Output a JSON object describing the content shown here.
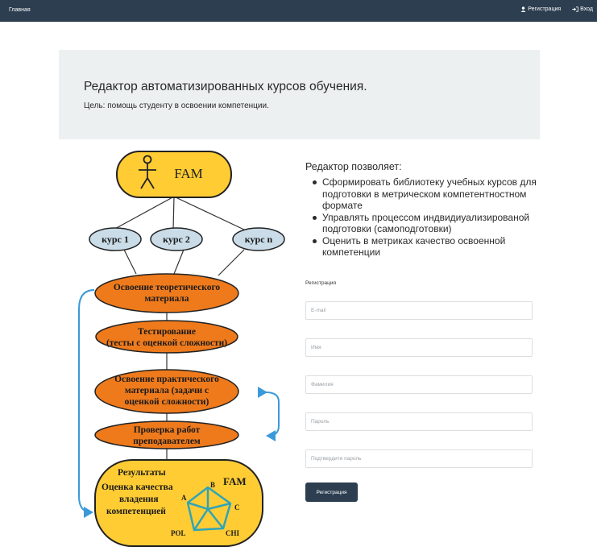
{
  "nav": {
    "brand": "Главная",
    "register": "Регистрация",
    "login": "Вход"
  },
  "hero": {
    "title": "Редактор автоматизированных курсов обучения.",
    "subtitle": "Цель: помощь студенту в освоении компетенции."
  },
  "diagram": {
    "actor": "FAM",
    "courses": [
      "курс 1",
      "курс 2",
      "курс n"
    ],
    "steps": [
      [
        "Освоение теоретического",
        "материала"
      ],
      [
        "Тестирование",
        "(тесты с оценкой сложности)"
      ],
      [
        "Освоение практического",
        "материала (задачи с",
        "оценкой сложности)"
      ],
      [
        "Проверка работ",
        "преподавателем"
      ]
    ],
    "results_lines": [
      "Результаты",
      "Оценка качества",
      "владения",
      "компетенцией"
    ],
    "results_tag": "FAM",
    "radar_labels": [
      "A",
      "B",
      "C",
      "CHI",
      "POL"
    ],
    "colors": {
      "actor_fill": "#ffcc33",
      "course_fill": "#c9dce8",
      "step_fill": "#ee7a1c",
      "result_fill": "#ffcc33",
      "loop_arrow": "#3a9ad9",
      "radar": "#2fa4b8"
    }
  },
  "features": {
    "title": "Редактор позволяет:",
    "items": [
      "Сформировать библиотеку учебных курсов для подготовки в метрическом компетентностном формате",
      "Управлять процессом индвидиуализированой подготовки (самоподготовки)",
      "Оценить в метриках качество освоенной компетенции"
    ]
  },
  "form": {
    "label": "Регистрация",
    "email_placeholder": "E-mail",
    "name_placeholder": "Имя",
    "surname_placeholder": "Фамилия",
    "password_placeholder": "Пароль",
    "confirm_placeholder": "Подтвердите пароль",
    "submit_label": "Регистрация"
  },
  "colors": {
    "navbar": "#2c3e50",
    "jumbotron": "#ecf0f1",
    "button": "#2c3e50"
  }
}
